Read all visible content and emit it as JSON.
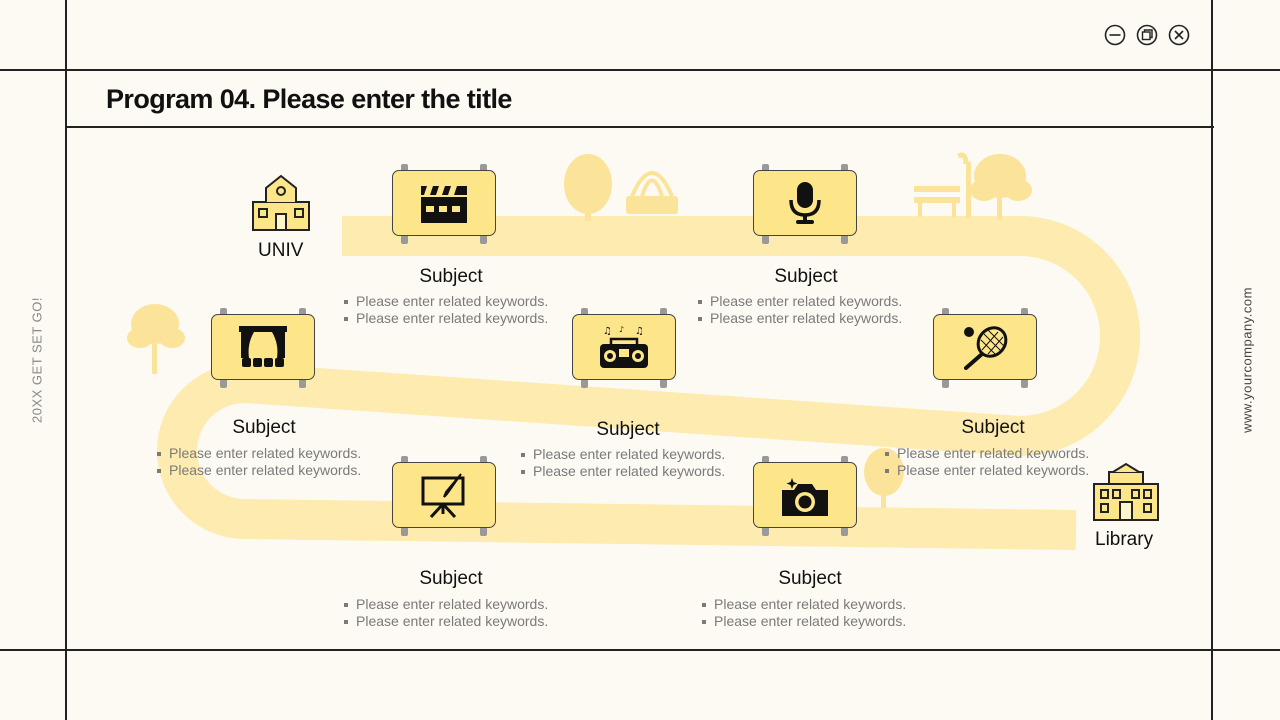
{
  "header": {
    "title": "Program 04. Please enter the title"
  },
  "window_controls": [
    {
      "name": "minimize-button",
      "icon": "minimize-icon"
    },
    {
      "name": "restore-button",
      "icon": "restore-icon"
    },
    {
      "name": "close-button",
      "icon": "close-icon"
    }
  ],
  "side_text": {
    "left": "20XX GET SET GO!",
    "right": "www.yourcompany.com"
  },
  "places": {
    "start": "UNIV",
    "end": "Library"
  },
  "stations": [
    {
      "subject": "Subject",
      "keywords": [
        "Please enter related keywords.",
        "Please enter related keywords."
      ],
      "icon": "clapperboard-icon"
    },
    {
      "subject": "Subject",
      "keywords": [
        "Please enter related keywords.",
        "Please enter related keywords."
      ],
      "icon": "microphone-icon"
    },
    {
      "subject": "Subject",
      "keywords": [
        "Please enter related keywords.",
        "Please enter related keywords."
      ],
      "icon": "theater-stage-icon"
    },
    {
      "subject": "Subject",
      "keywords": [
        "Please enter related keywords.",
        "Please enter related keywords."
      ],
      "icon": "boombox-icon"
    },
    {
      "subject": "Subject",
      "keywords": [
        "Please enter related keywords.",
        "Please enter related keywords."
      ],
      "icon": "tennis-racket-icon"
    },
    {
      "subject": "Subject",
      "keywords": [
        "Please enter related keywords.",
        "Please enter related keywords."
      ],
      "icon": "easel-icon"
    },
    {
      "subject": "Subject",
      "keywords": [
        "Please enter related keywords.",
        "Please enter related keywords."
      ],
      "icon": "camera-icon"
    }
  ],
  "colors": {
    "path": "#fdebb0",
    "sign": "#fde68a",
    "tree": "#fce39a",
    "line": "#222222",
    "muted_text": "#7a7a7a"
  }
}
